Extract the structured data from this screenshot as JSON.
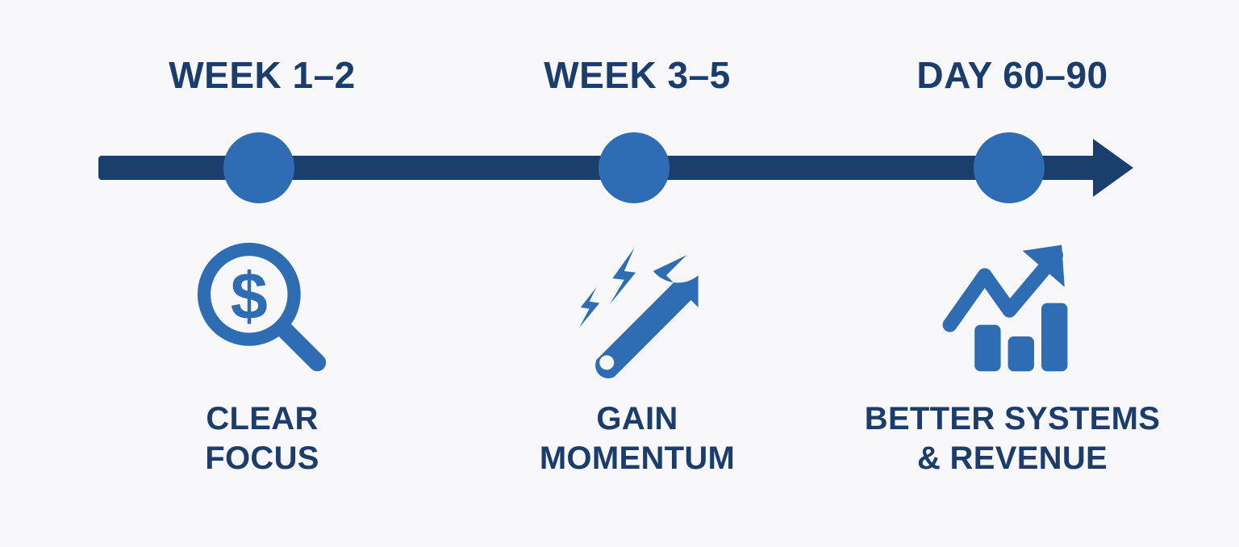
{
  "meta": {
    "title": "Business Growth Timeline",
    "background_color": "#f8f8fa",
    "navy_color": "#1b3d6d",
    "blue_color": "#2e6db4"
  },
  "timeline": {
    "axis_icon": "arrow-right-icon",
    "direction": "left-to-right",
    "marker_count": 3
  },
  "stages": [
    {
      "period": "WEEK 1–2",
      "icon": "magnifier-dollar-icon",
      "outcome_line1": "CLEAR",
      "outcome_line2": "FOCUS",
      "marker": "timeline-dot"
    },
    {
      "period": "WEEK 3–5",
      "icon": "wrench-lightning-icon",
      "outcome_line1": "GAIN",
      "outcome_line2": "MOMENTUM",
      "marker": "timeline-dot"
    },
    {
      "period": "DAY 60–90",
      "icon": "growth-chart-icon",
      "outcome_line1": "BETTER SYSTEMS",
      "outcome_line2": "& REVENUE",
      "marker": "timeline-dot"
    }
  ]
}
